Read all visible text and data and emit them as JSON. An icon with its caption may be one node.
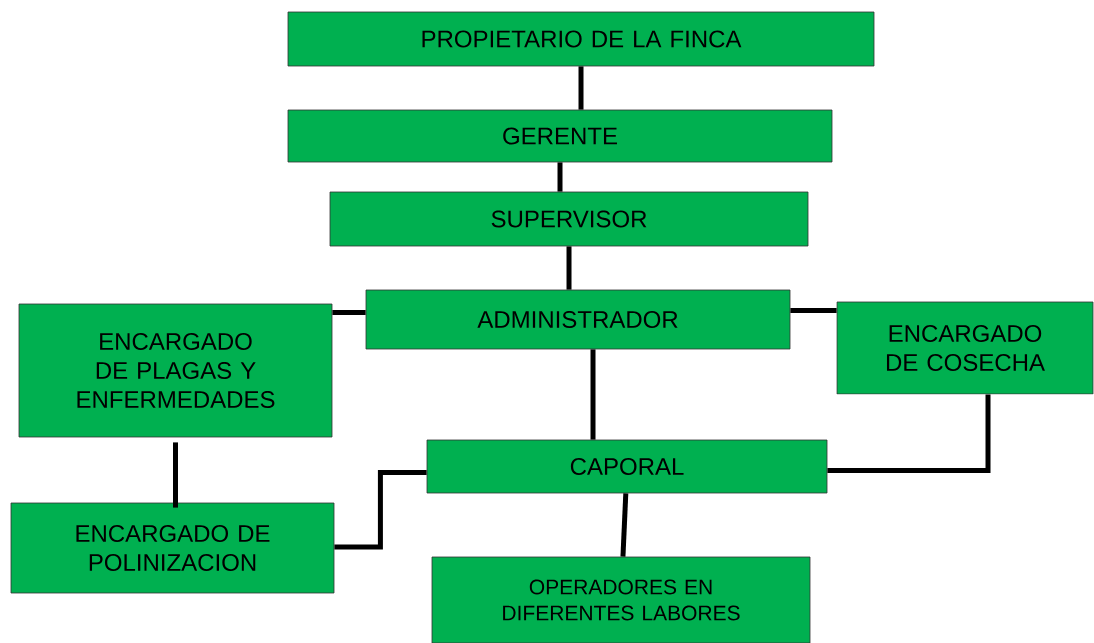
{
  "diagram": {
    "nodes": [
      {
        "text": [
          "PROPIETARIO DE LA FINCA"
        ]
      },
      {
        "text": [
          "GERENTE"
        ]
      },
      {
        "text": [
          "SUPERVISOR"
        ]
      },
      {
        "text": [
          "ADMINISTRADOR"
        ]
      },
      {
        "text": [
          "ENCARGADO DE PLAGAS Y ENFERMEDADES"
        ]
      },
      {
        "text": [
          "ENCARGADO DE COSECHA"
        ]
      },
      {
        "text": [
          "CAPORAL"
        ]
      },
      {
        "text": [
          "ENCARGADO DE POLINIZACION"
        ]
      },
      {
        "text": [
          "OPERADORES EN DIFERENTES LABORES"
        ]
      }
    ],
    "edges": [
      {
        "from": 0,
        "to": 1,
        "arrow": "none"
      },
      {
        "from": 1,
        "to": 2,
        "arrow": "none"
      },
      {
        "from": 2,
        "to": 3,
        "arrow": "none"
      },
      {
        "from": 3,
        "to": 4,
        "arrow": "none"
      },
      {
        "from": 3,
        "to": 5,
        "arrow": "none"
      },
      {
        "from": 3,
        "to": 6,
        "arrow": "none"
      },
      {
        "from": 4,
        "to": 7,
        "arrow": "none"
      },
      {
        "from": 7,
        "to": 6,
        "arrow": "none"
      },
      {
        "from": 5,
        "to": 6,
        "arrow": "none"
      },
      {
        "from": 6,
        "to": 8,
        "arrow": "none"
      }
    ]
  }
}
